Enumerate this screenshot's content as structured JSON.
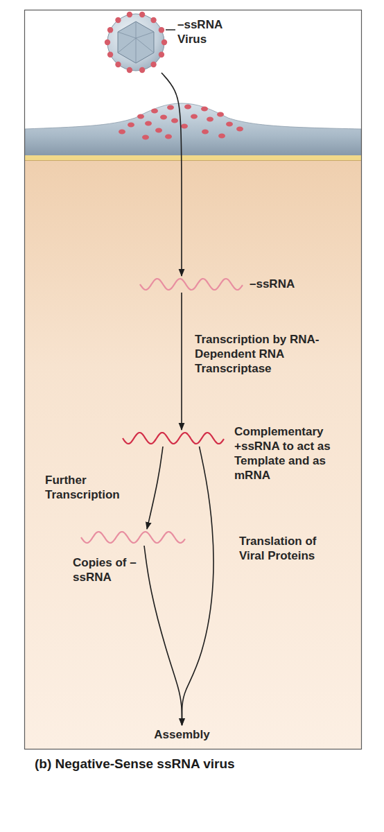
{
  "diagram": {
    "caption": "(b) Negative-Sense ssRNA virus",
    "nodes": [
      {
        "text": [
          "–ssRNA Virus"
        ]
      },
      {
        "text": [
          "–ssRNA"
        ]
      },
      {
        "text": [
          "Complementary +ssRNA to act as Template and as mRNA"
        ]
      },
      {
        "text": [
          "Copies of –ssRNA"
        ]
      },
      {
        "text": [
          "Assembly"
        ]
      }
    ],
    "edges": [
      {
        "from": 0,
        "to": 1,
        "arrow": "to"
      },
      {
        "from": 1,
        "to": 2,
        "label": "Transcription by RNA-Dependent RNA Transcriptase",
        "arrow": "to"
      },
      {
        "from": 2,
        "to": 3,
        "label": "Further Transcription",
        "arrow": "to"
      },
      {
        "from": 2,
        "to": 4,
        "label": "Translation of Viral Proteins",
        "arrow": "to"
      },
      {
        "from": 3,
        "to": 4,
        "arrow": "to"
      }
    ]
  }
}
